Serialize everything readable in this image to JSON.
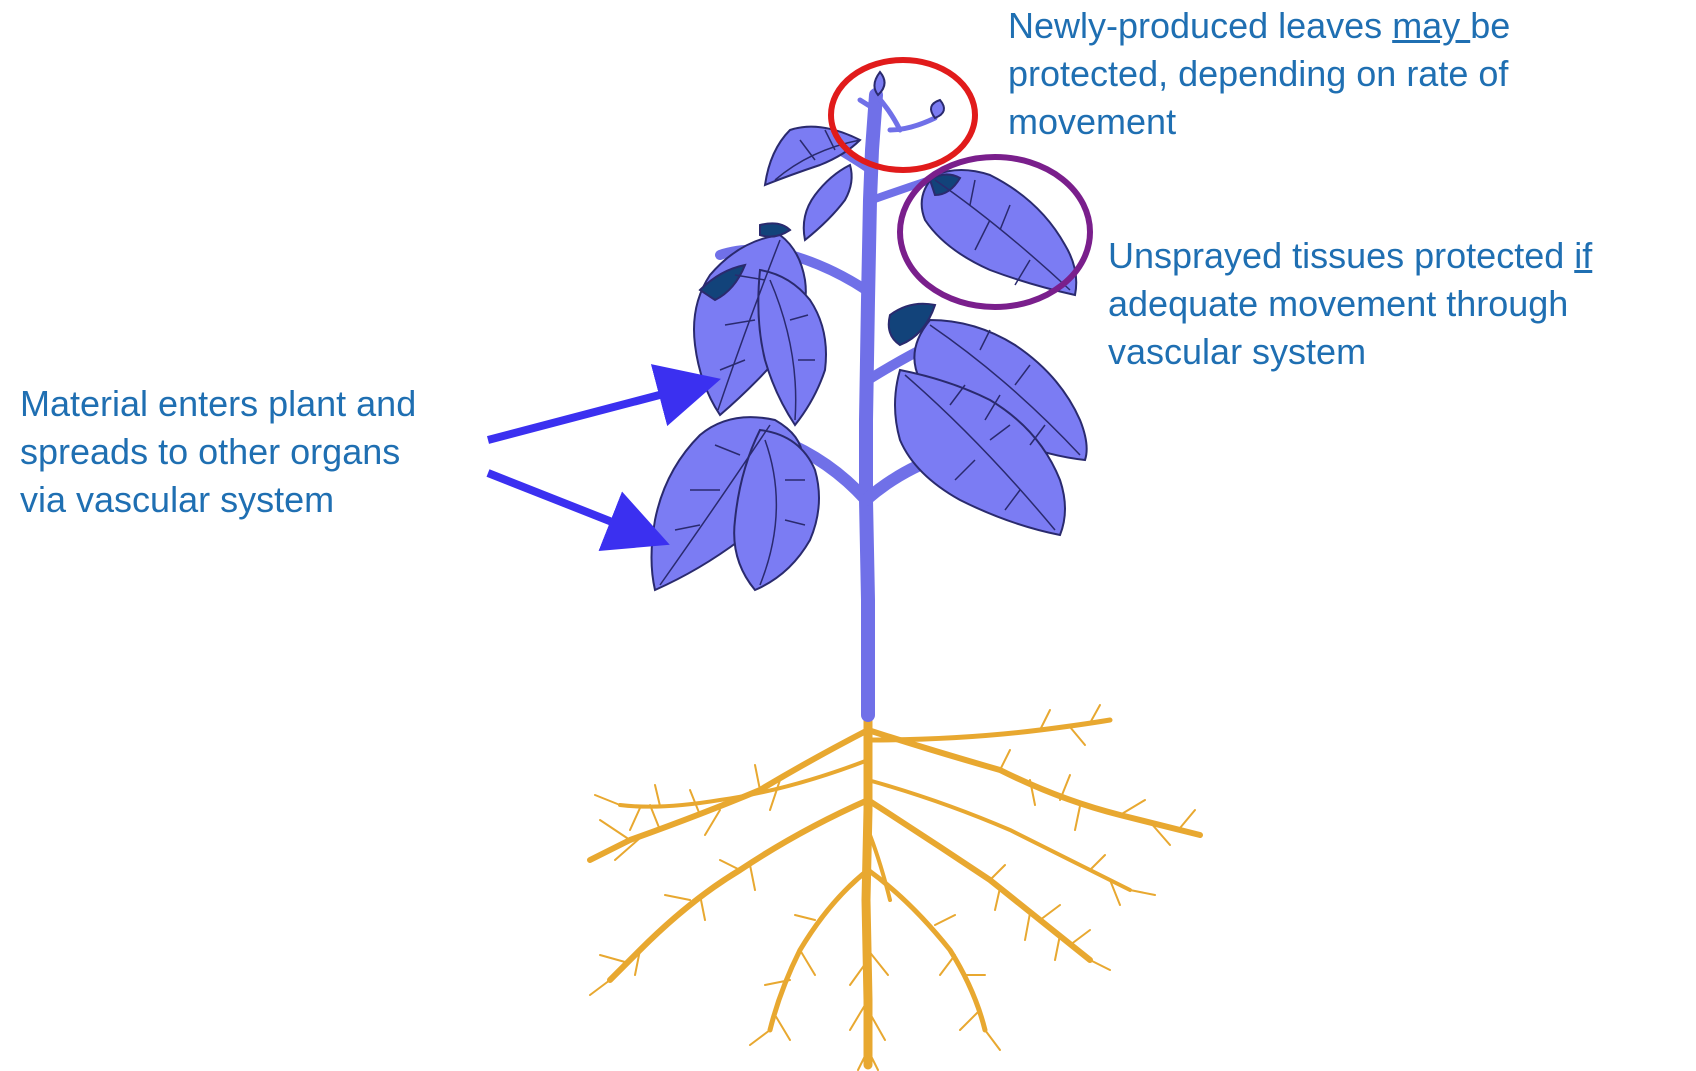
{
  "labels": {
    "new_leaves": {
      "line1_a": "Newly-produced leaves ",
      "line1_u": "may ",
      "line1_b": "be",
      "line2": "protected, depending on rate of",
      "line3": "movement"
    },
    "unsprayed": {
      "line1_a": "Unsprayed tissues protected ",
      "line1_u": "if",
      "line2": "adequate movement through",
      "line3": "vascular system"
    },
    "material": {
      "line1": "Material enters plant and",
      "line2": "spreads to other organs",
      "line3": "via vascular system"
    }
  },
  "colors": {
    "text": "#1f6fb2",
    "leaf_fill": "#7b7cf3",
    "leaf_dark": "#12437a",
    "stem": "#7070e8",
    "root": "#e8a830",
    "arrow": "#3b30f0",
    "circle_new_leaves": "#e11b1b",
    "circle_unsprayed": "#7a1f8c"
  }
}
